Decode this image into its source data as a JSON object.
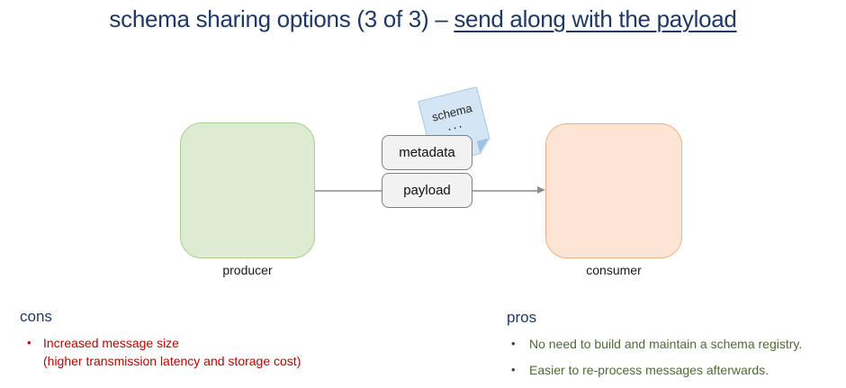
{
  "title": {
    "prefix": "schema sharing options (3 of 3) – ",
    "underlined": "send along with the payload"
  },
  "diagram": {
    "producer_label": "producer",
    "consumer_label": "consumer",
    "metadata_label": "metadata",
    "payload_label": "payload",
    "note_line1": "schema",
    "note_line2": "..."
  },
  "cons": {
    "heading": "cons",
    "items": [
      {
        "line1": "Increased message size",
        "line2": "(higher transmission latency and storage cost)"
      }
    ]
  },
  "pros": {
    "heading": "pros",
    "items": [
      "No need to build and maintain a schema registry.",
      "Easier to re-process messages afterwards."
    ]
  },
  "bullet_glyph": "•",
  "colors": {
    "title_navy": "#1f3864",
    "producer_fill": "#dcebd2",
    "producer_border": "#a9d18e",
    "consumer_fill": "#fce5d5",
    "consumer_border": "#f3b183",
    "note_fill": "#d4e6f5",
    "note_border": "#9dc3e6",
    "msg_box_fill": "#f2f2f2",
    "msg_box_border": "#808080",
    "connector_gray": "#a6a6a6",
    "cons_red": "#c00000",
    "pros_green": "#4f6b35"
  }
}
